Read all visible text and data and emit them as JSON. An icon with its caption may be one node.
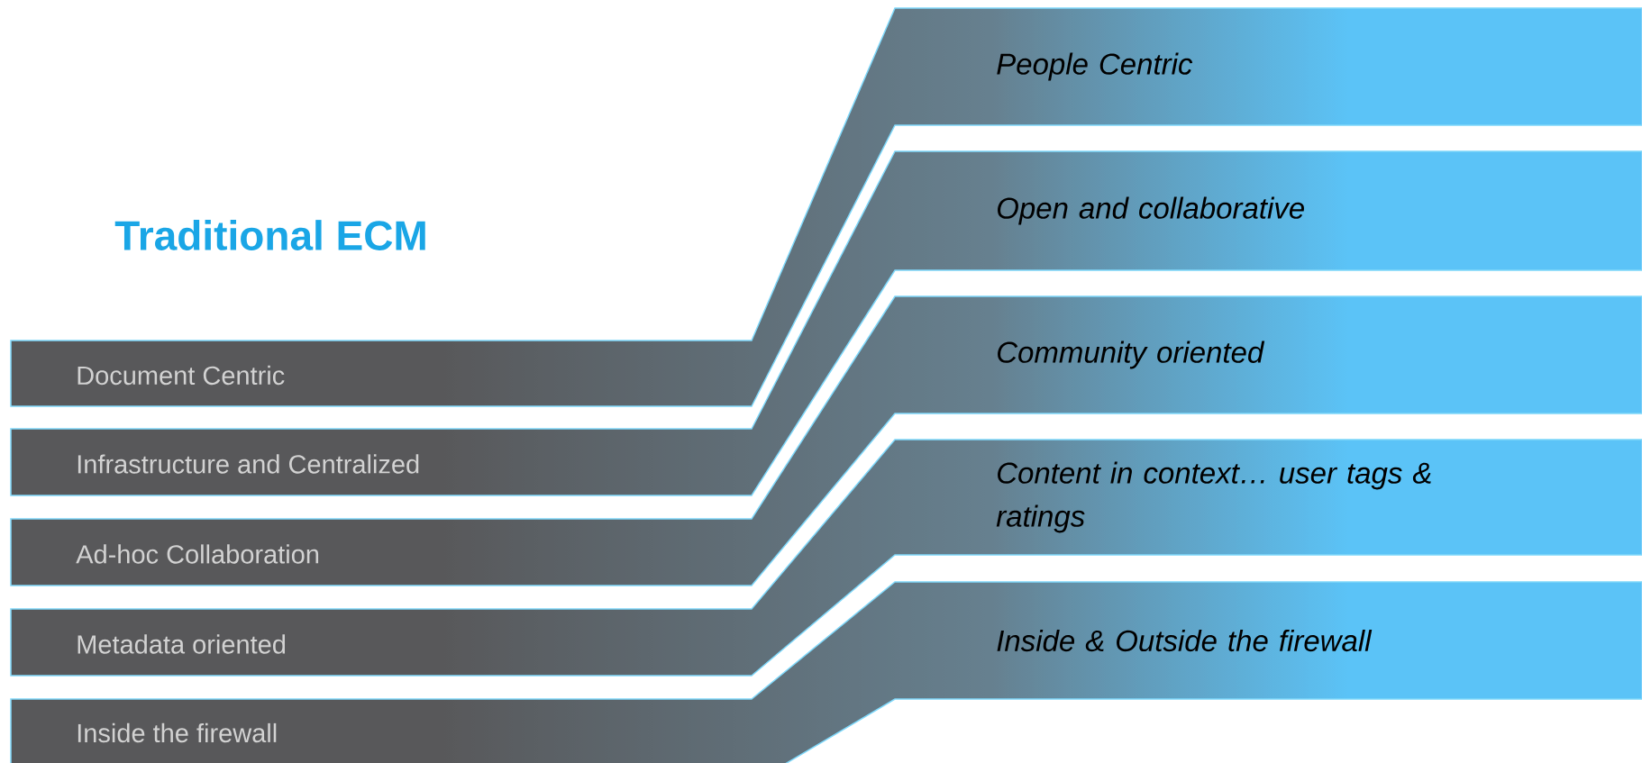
{
  "diagram": {
    "title": "Traditional ECM",
    "nodes": [
      {
        "text": [
          "Document Centric",
          "People Centric"
        ]
      },
      {
        "text": [
          "Infrastructure and Centralized",
          "Open and collaborative"
        ]
      },
      {
        "text": [
          "Ad-hoc Collaboration",
          "Community oriented"
        ]
      },
      {
        "text": [
          "Metadata oriented",
          "Content in context… user tags & ratings"
        ]
      },
      {
        "text": [
          "Inside the firewall",
          "Inside & Outside the firewall"
        ]
      }
    ]
  }
}
